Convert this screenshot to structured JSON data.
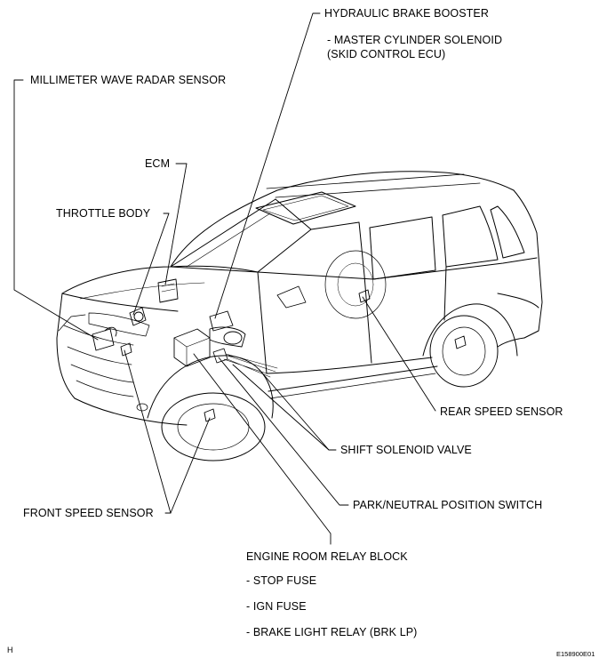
{
  "labels": {
    "hydraulic_brake_booster": "HYDRAULIC BRAKE BOOSTER",
    "master_cylinder_solenoid": "- MASTER CYLINDER SOLENOID",
    "skid_control_ecu": "(SKID CONTROL ECU)",
    "millimeter_wave_radar_sensor": "MILLIMETER WAVE RADAR SENSOR",
    "ecm": "ECM",
    "throttle_body": "THROTTLE BODY",
    "rear_speed_sensor": "REAR SPEED SENSOR",
    "shift_solenoid_valve": "SHIFT SOLENOID VALVE",
    "park_neutral_position_switch": "PARK/NEUTRAL POSITION SWITCH",
    "front_speed_sensor": "FRONT SPEED SENSOR",
    "engine_room_relay_block": "ENGINE ROOM RELAY BLOCK",
    "stop_fuse": "- STOP FUSE",
    "ign_fuse": "- IGN FUSE",
    "brake_light_relay": "- BRAKE LIGHT RELAY (BRK LP)"
  },
  "corner": {
    "left_mark": "H",
    "figure_id": "E158900E01"
  }
}
